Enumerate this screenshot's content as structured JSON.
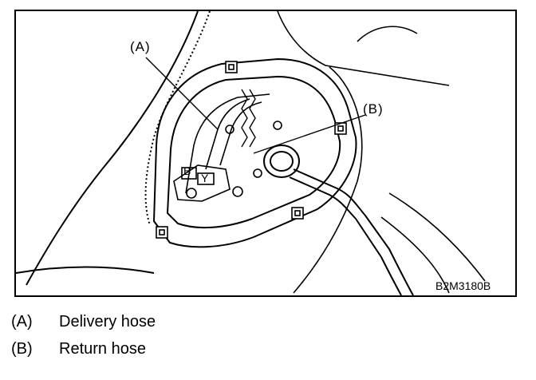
{
  "figure": {
    "code": "B2M3180B",
    "callouts": [
      {
        "key": "(A)"
      },
      {
        "key": "(B)"
      }
    ],
    "part_markers": [
      "B",
      "Y"
    ]
  },
  "legend": [
    {
      "key": "(A)",
      "label": "Delivery hose"
    },
    {
      "key": "(B)",
      "label": "Return hose"
    }
  ]
}
